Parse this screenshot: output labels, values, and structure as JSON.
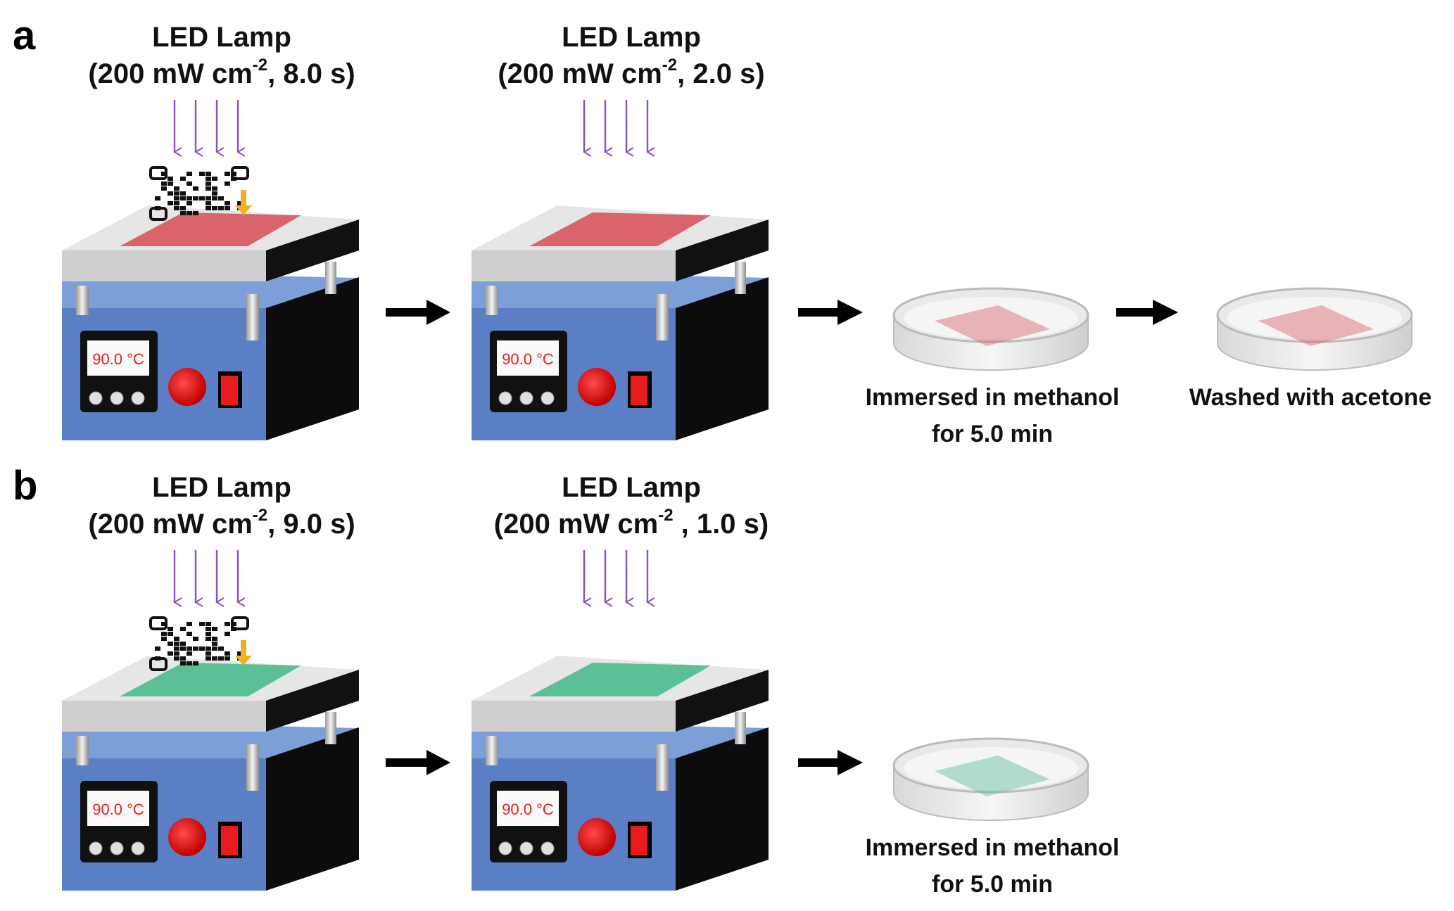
{
  "panels": [
    {
      "letter": "a",
      "film_color": "#d9646c",
      "heaters": [
        {
          "lamp_title": "LED Lamp",
          "lamp_spec_prefix": "(200 mW cm",
          "lamp_spec_exp": "-2",
          "lamp_spec_suffix": ", 8.0 s)",
          "display": "90.0 °C",
          "has_mask": true
        },
        {
          "lamp_title": "LED Lamp",
          "lamp_spec_prefix": "(200 mW cm",
          "lamp_spec_exp": "-2",
          "lamp_spec_suffix": ", 2.0 s)",
          "display": "90.0 °C",
          "has_mask": false
        }
      ],
      "dishes": [
        {
          "line1": "Immersed in methanol",
          "line2": "for 5.0 min"
        },
        {
          "line1": "Washed with acetone",
          "line2": ""
        }
      ]
    },
    {
      "letter": "b",
      "film_color": "#5bbf98",
      "heaters": [
        {
          "lamp_title": "LED Lamp",
          "lamp_spec_prefix": "(200 mW cm",
          "lamp_spec_exp": "-2",
          "lamp_spec_suffix": ", 9.0 s)",
          "display": "90.0 °C",
          "has_mask": true
        },
        {
          "lamp_title": "LED Lamp",
          "lamp_spec_prefix": "(200 mW cm",
          "lamp_spec_exp": "-2",
          "lamp_spec_suffix": " , 1.0 s)",
          "display": "90.0 °C",
          "has_mask": false
        }
      ],
      "dishes": [
        {
          "line1": "Immersed in methanol",
          "line2": "for 5.0 min"
        }
      ]
    }
  ],
  "colors": {
    "heater_body_front": "#5b7fc4",
    "heater_body_top": "#7d9fd8",
    "heater_body_side": "#0c0c0c",
    "plate_top": "#e6e6e6",
    "plate_side": "#111111",
    "light_arrow": "#8b4fc0",
    "mask_arrow": "#f0b020",
    "knob": "#e81c1c",
    "switch": "#e81c1c",
    "flow_arrow": "#000000"
  }
}
